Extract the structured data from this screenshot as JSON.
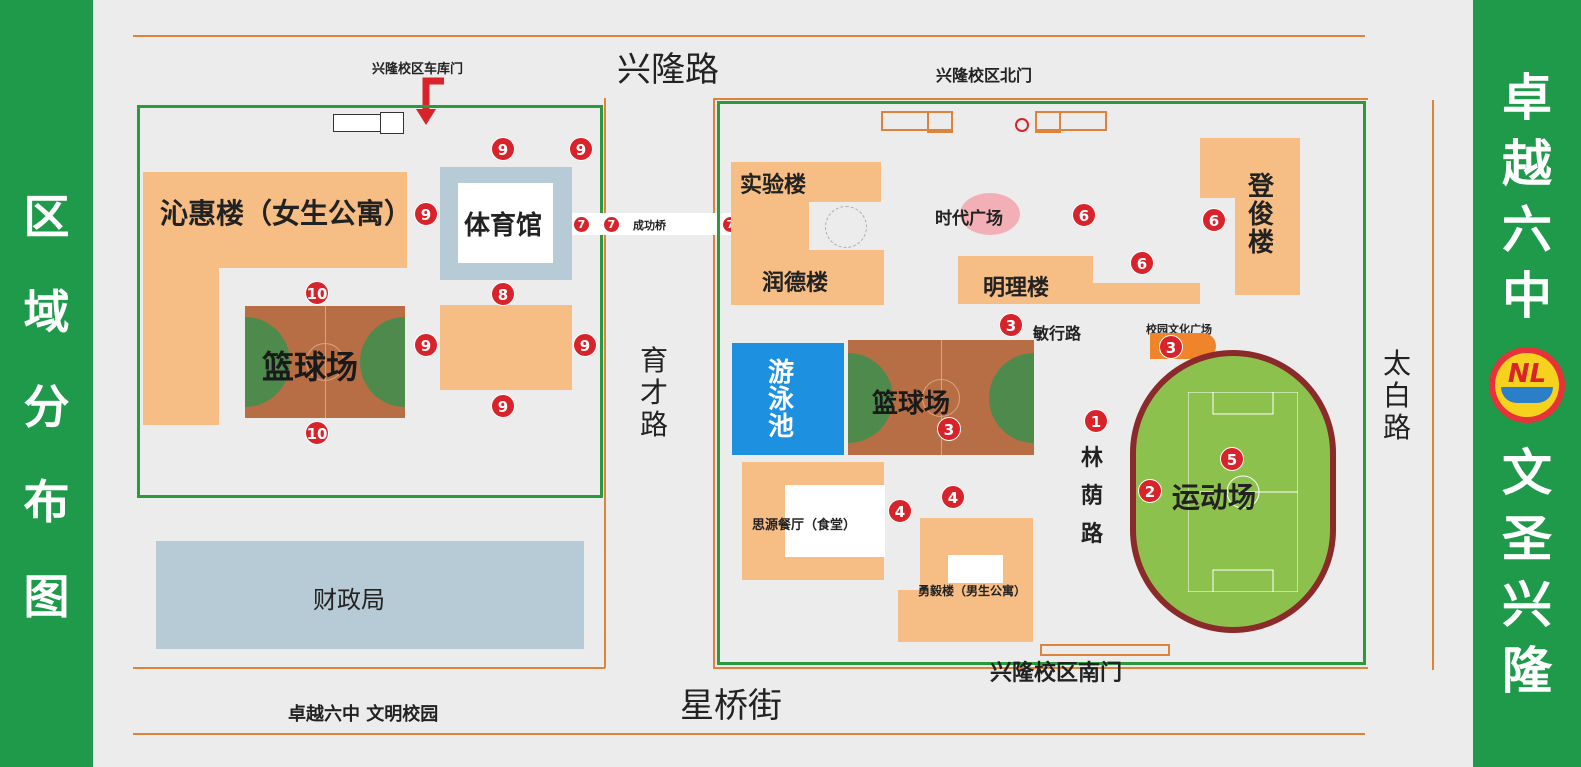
{
  "left_banner": {
    "title_chars": [
      "区",
      "域",
      "分",
      "布",
      "图"
    ],
    "color": "#1e9a4a"
  },
  "right_banner": {
    "title_top_chars": [
      "卓",
      "越",
      "六",
      "中"
    ],
    "title_bottom_chars": [
      "文",
      "圣",
      "兴",
      "隆"
    ],
    "logo_text": "NL",
    "color": "#1e9a4a"
  },
  "streets": {
    "north": "兴隆路",
    "south": "星桥街",
    "middle_chars": [
      "育",
      "才",
      "路"
    ],
    "east_chars": [
      "太",
      "白",
      "路"
    ]
  },
  "gates": {
    "garage_gate": "兴隆校区车库门",
    "north_gate": "兴隆校区北门",
    "south_gate": "兴隆校区南门"
  },
  "west_campus": {
    "caption": "卓越六中 文明校园",
    "girls_dorm": "沁惠楼（女生公寓）",
    "gym": "体育馆",
    "basketball_court": "篮球场",
    "finance_bureau": "财政局"
  },
  "bridge": "成功桥",
  "east_campus": {
    "lab_building": "实验楼",
    "runde_building": "润德楼",
    "time_square": "时代广场",
    "mingli_building": "明理楼",
    "dengjun_building_chars": [
      "登",
      "俊",
      "楼"
    ],
    "minxing_road": "敏行路",
    "culture_square": "校园文化广场",
    "swimming_pool_chars": [
      "游",
      "泳",
      "池"
    ],
    "basketball_court": "篮球场",
    "linyin_road_chars": [
      "林",
      "荫",
      "路"
    ],
    "sports_field": "运动场",
    "canteen": "思源餐厅（食堂）",
    "boys_dorm": "勇毅楼（男生公寓）"
  },
  "markers": {
    "m1": "1",
    "m2": "2",
    "m3": "3",
    "m4": "4",
    "m5": "5",
    "m6": "6",
    "m7": "7",
    "m8": "8",
    "m9": "9",
    "m10": "10"
  },
  "colors": {
    "building": "#f6bd85",
    "campus_border": "#2a9a3c",
    "road_line": "#e0833a",
    "marker": "#d9232b",
    "track": "#8b2a2a",
    "field": "#8dc14d",
    "pool": "#1e90e0"
  }
}
